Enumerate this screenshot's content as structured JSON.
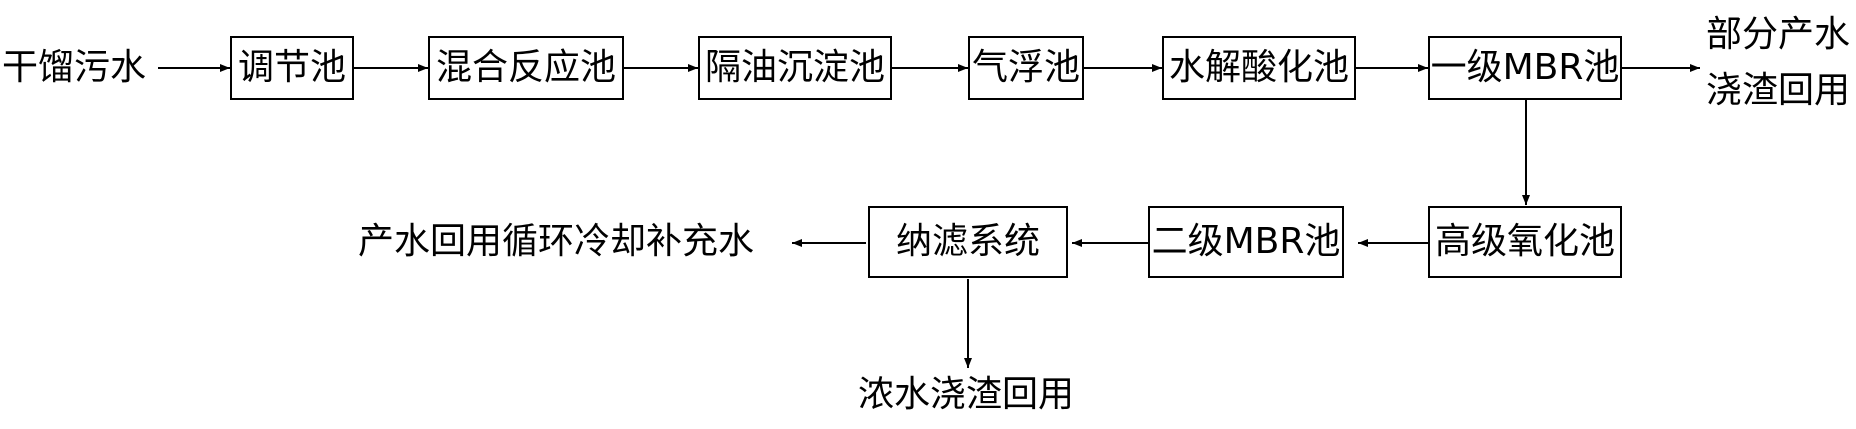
{
  "input_label": "干馏污水",
  "steps_row1": [
    "调节池",
    "混合反应池",
    "隔油沉淀池",
    "气浮池",
    "水解酸化池",
    "一级MBR池"
  ],
  "output_top": [
    "部分产水",
    "浇渣回用"
  ],
  "steps_row2": [
    "高级氧化池",
    "二级MBR池",
    "纳滤系统"
  ],
  "output_bottom_left": "产水回用循环冷却补充水",
  "output_bottom": "浓水浇渣回用"
}
